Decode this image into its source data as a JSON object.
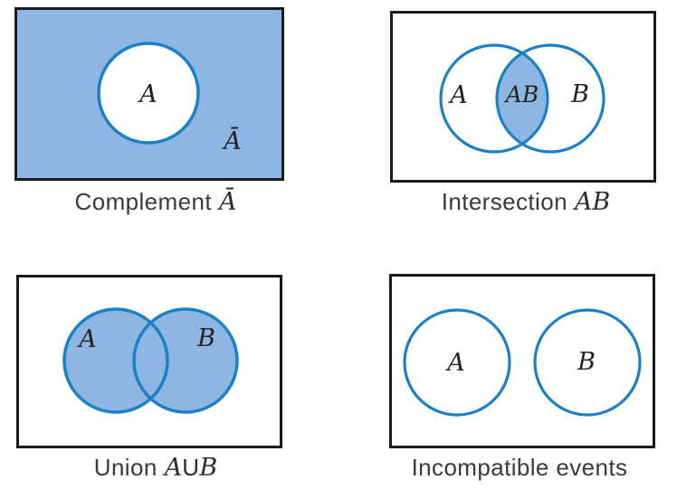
{
  "colors": {
    "region_fill": "#8db6e3",
    "circle_stroke": "#1e80c4",
    "frame_stroke": "#1a1a1a",
    "caption_text": "#3a3a3a",
    "diagram_text": "#222222"
  },
  "panels": {
    "complement": {
      "labels": {
        "a": "A",
        "a_bar": "Ā"
      },
      "caption": {
        "word": "Complement",
        "math": "Ā"
      }
    },
    "intersection": {
      "labels": {
        "a": "A",
        "ab": "AB",
        "b": "B"
      },
      "caption": {
        "word": "Intersection",
        "math": "AB"
      }
    },
    "union": {
      "labels": {
        "a": "A",
        "b": "B"
      },
      "caption": {
        "word": "Union",
        "math_a": "A",
        "math_op": "U",
        "math_b": "B"
      }
    },
    "incompatible": {
      "labels": {
        "a": "A",
        "b": "B"
      },
      "caption": {
        "word": "Incompatible events"
      }
    }
  }
}
